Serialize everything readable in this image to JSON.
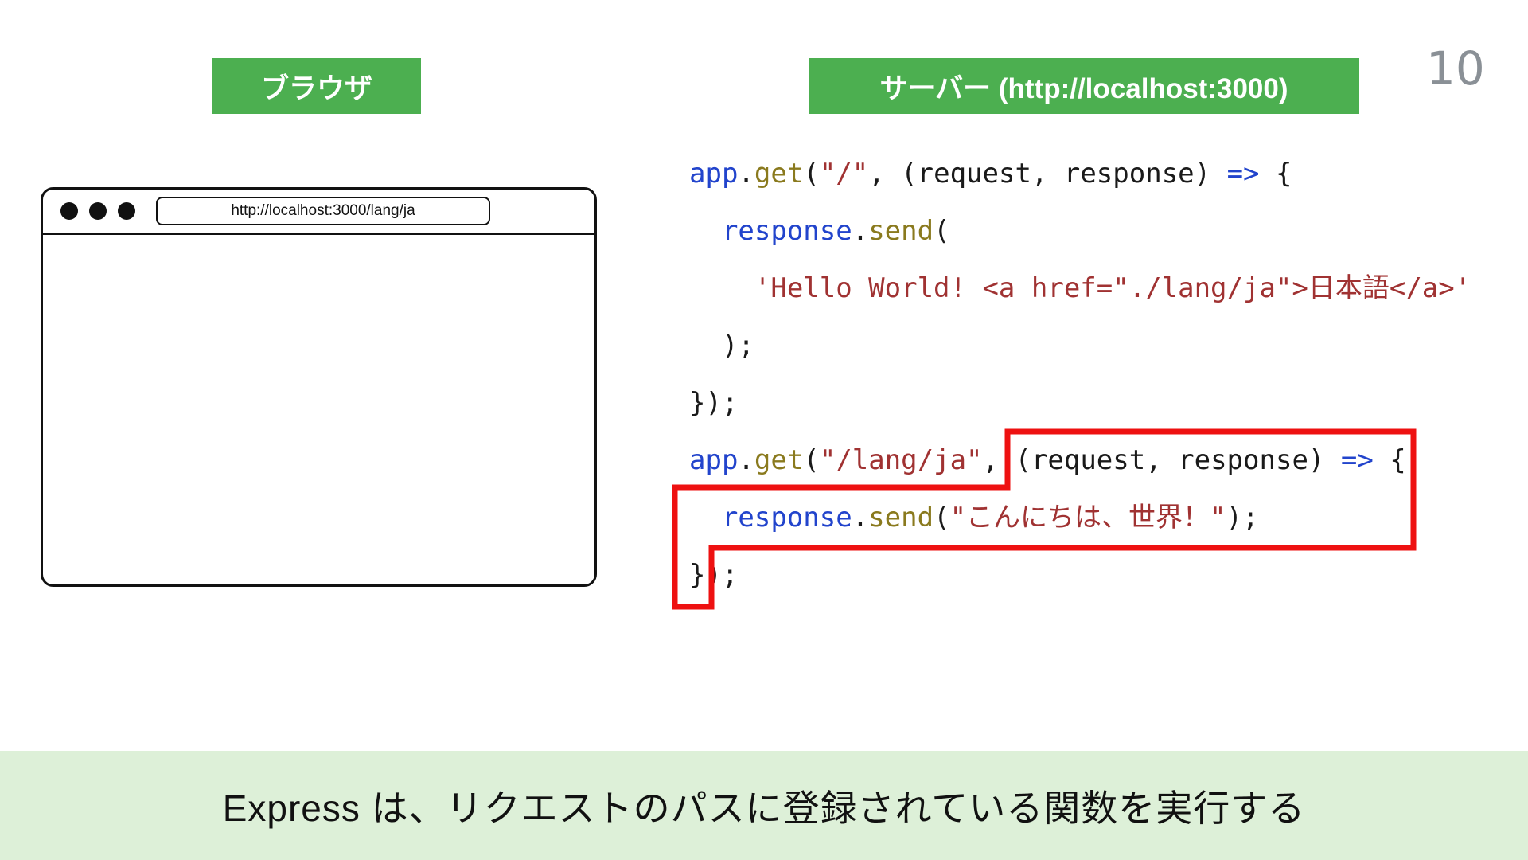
{
  "slide": {
    "page_number": "10",
    "footer_text": "Express は、リクエストのパスに登録されている関数を実行する"
  },
  "headers": {
    "browser_label": "ブラウザ",
    "server_label": "サーバー (http://localhost:3000)"
  },
  "browser_window": {
    "url": "http://localhost:3000/lang/ja"
  },
  "code": {
    "lines": [
      {
        "tokens": [
          {
            "t": "app",
            "c": "blue"
          },
          {
            "t": ".",
            "c": "plain"
          },
          {
            "t": "get",
            "c": "method"
          },
          {
            "t": "(",
            "c": "plain"
          },
          {
            "t": "\"/\"",
            "c": "string"
          },
          {
            "t": ", (request, response) ",
            "c": "plain"
          },
          {
            "t": "=>",
            "c": "blue"
          },
          {
            "t": " {",
            "c": "plain"
          }
        ]
      },
      {
        "tokens": [
          {
            "t": "  ",
            "c": "plain"
          },
          {
            "t": "response",
            "c": "blue"
          },
          {
            "t": ".",
            "c": "plain"
          },
          {
            "t": "send",
            "c": "method"
          },
          {
            "t": "(",
            "c": "plain"
          }
        ]
      },
      {
        "tokens": [
          {
            "t": "    ",
            "c": "plain"
          },
          {
            "t": "'Hello World! <a href=\"./lang/ja\">日本語</a>'",
            "c": "string"
          }
        ]
      },
      {
        "tokens": [
          {
            "t": "  );",
            "c": "plain"
          }
        ]
      },
      {
        "tokens": [
          {
            "t": "});",
            "c": "plain"
          }
        ]
      },
      {
        "tokens": [
          {
            "t": "app",
            "c": "blue"
          },
          {
            "t": ".",
            "c": "plain"
          },
          {
            "t": "get",
            "c": "method"
          },
          {
            "t": "(",
            "c": "plain"
          },
          {
            "t": "\"/lang/ja\"",
            "c": "string"
          },
          {
            "t": ", (request, response) ",
            "c": "plain"
          },
          {
            "t": "=>",
            "c": "blue"
          },
          {
            "t": " {",
            "c": "plain"
          }
        ]
      },
      {
        "tokens": [
          {
            "t": "  ",
            "c": "plain"
          },
          {
            "t": "response",
            "c": "blue"
          },
          {
            "t": ".",
            "c": "plain"
          },
          {
            "t": "send",
            "c": "method"
          },
          {
            "t": "(",
            "c": "plain"
          },
          {
            "t": "\"こんにちは、世界！\"",
            "c": "string"
          },
          {
            "t": ");",
            "c": "plain"
          }
        ]
      },
      {
        "tokens": [
          {
            "t": "});",
            "c": "plain"
          }
        ]
      }
    ]
  },
  "colors": {
    "accent_green": "#4caf50",
    "footer_green": "#ddf0d8",
    "highlight_red": "#ee1111",
    "page_number_gray": "#8a9096",
    "code": {
      "plain": "#1a1a1a",
      "blue": "#2244cc",
      "method": "#8a7a1e",
      "string": "#a03232"
    }
  }
}
